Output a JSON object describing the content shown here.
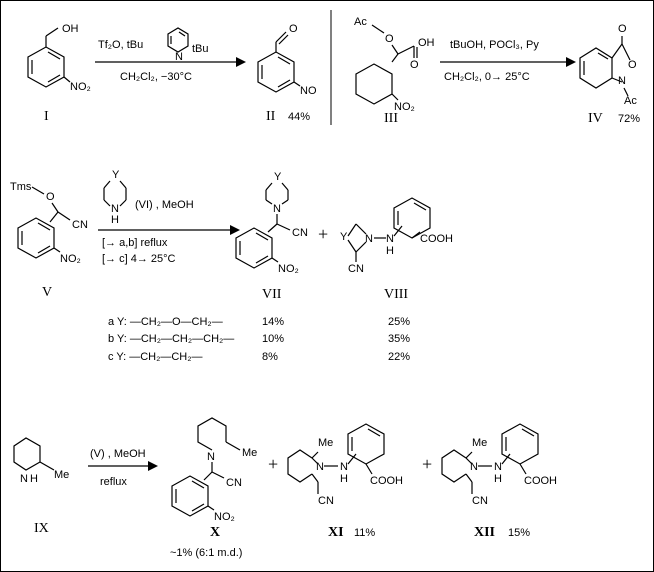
{
  "reaction1": {
    "reagent_line1": "Tf₂O,  tBu",
    "reagent_line2": "CH₂Cl₂,   −30°C",
    "pyridine_left": "tBu",
    "pyridine_right": "tBu",
    "pyridine_n": "N",
    "sm_oh": "OH",
    "sm_no2": "NO₂",
    "prod_o": "O",
    "prod_no": "NO",
    "label_sm": "I",
    "label_prod": "II",
    "yield_prod": "44%"
  },
  "reaction2": {
    "reagent_line1": "tBuOH,  POCl₃,  Py",
    "reagent_line2": "CH₂Cl₂,    0→ 25°C",
    "sm_ac": "Ac",
    "sm_o_ether": "O",
    "sm_oh": "OH",
    "sm_o_carbonyl": "O",
    "sm_no2": "NO₂",
    "prod_o": "O",
    "prod_o_ring": "O",
    "prod_n": "N",
    "prod_ac": "Ac",
    "label_sm": "III",
    "label_prod": "IV",
    "yield_prod": "72%"
  },
  "reaction3": {
    "reagent_top": "(VI) , MeOH",
    "cond_a": "[→ a,b]   reflux",
    "cond_c": "[→ c]   4→ 25°C",
    "sm_tms": "Tms",
    "sm_o": "O",
    "sm_cn": "CN",
    "sm_no2": "NO₂",
    "amine_y": "Y",
    "amine_n": "N",
    "amine_h": "H",
    "p7_y": "Y",
    "p7_n": "N",
    "p7_cn": "CN",
    "p7_no2": "NO₂",
    "plus": "+",
    "p8_y": "Y",
    "p8_n": "N",
    "p8_nh": "N",
    "p8_h": "H",
    "p8_cooh": "COOH",
    "p8_cn": "CN",
    "label_sm": "V",
    "label_p7": "VII",
    "label_p8": "VIII",
    "table": [
      {
        "y": "a Y: —CH₂—O—CH₂—",
        "vii": "14%",
        "viii": "25%"
      },
      {
        "y": "b Y: —CH₂—CH₂—CH₂—",
        "vii": "10%",
        "viii": "35%"
      },
      {
        "y": "c Y: —CH₂—CH₂—",
        "vii": "8%",
        "viii": "22%"
      }
    ]
  },
  "reaction4": {
    "reagent_top": "(V) , MeOH",
    "reagent_bottom": "reflux",
    "sm_n": "N",
    "sm_h": "H",
    "sm_me": "Me",
    "p10_n": "N",
    "p10_me": "Me",
    "p10_cn": "CN",
    "p10_no2": "NO₂",
    "plus1": "+",
    "p11_me": "Me",
    "p11_n": "N",
    "p11_nh": "N",
    "p11_h": "H",
    "p11_cooh": "COOH",
    "p11_cn": "CN",
    "plus2": "+",
    "p12_me": "Me",
    "p12_n": "N",
    "p12_nh": "N",
    "p12_h": "H",
    "p12_cooh": "COOH",
    "p12_cn": "CN",
    "label_sm": "IX",
    "label_p10": "X",
    "label_p11": "XI",
    "label_p12": "XII",
    "yield_p10": "~1% (6:1 m.d.)",
    "yield_p11": "11%",
    "yield_p12": "15%"
  }
}
